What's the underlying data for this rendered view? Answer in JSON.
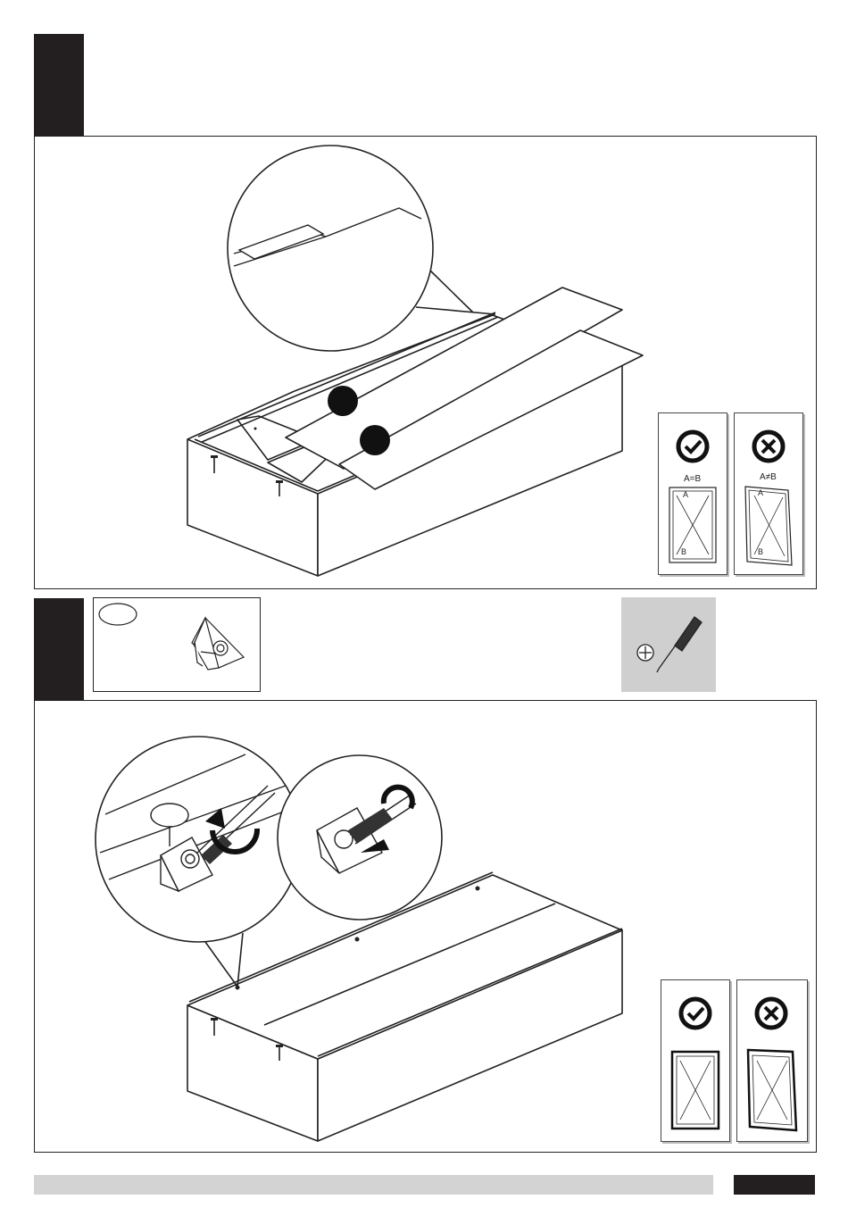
{
  "step1": {
    "check_ok": {
      "label": "A=B",
      "corner_top": "A",
      "corner_bottom": "B"
    },
    "check_bad": {
      "label": "A≠B",
      "corner_top": "A",
      "corner_bottom": "B"
    }
  },
  "icons": {
    "check": "checkmark-circle-icon",
    "cross": "cross-circle-icon",
    "tool": "phillips-screwdriver-icon"
  },
  "colors": {
    "dark": "#231f20",
    "grey_bar": "#d3d3d3",
    "tool_bg": "#cfcfcf"
  }
}
